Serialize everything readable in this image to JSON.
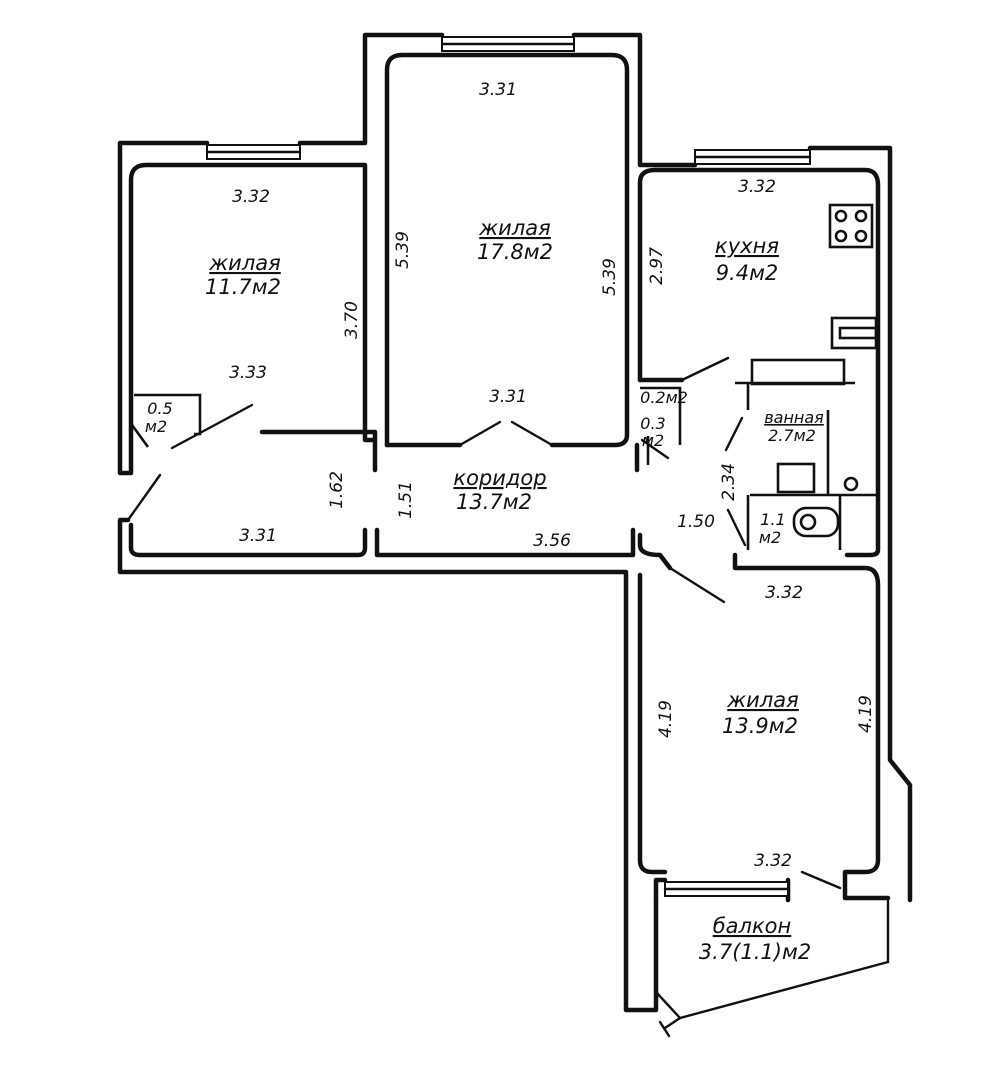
{
  "rooms": {
    "left_bedroom": {
      "name": "жилая",
      "area": "11.7м2"
    },
    "center_bedroom": {
      "name": "жилая",
      "area": "17.8м2"
    },
    "kitchen": {
      "name": "кухня",
      "area": "9.4м2"
    },
    "bathroom": {
      "name": "ванная",
      "area": "2.7м2"
    },
    "corridor": {
      "name": "коридор",
      "area": "13.7м2"
    },
    "bottom_room": {
      "name": "жилая",
      "area": "13.9м2"
    },
    "balcony": {
      "name": "балкон",
      "area": "3.7(1.1)м2"
    },
    "closet_left": {
      "value": "0.5",
      "unit": "м2"
    },
    "closet_02": {
      "area": "0.2м2"
    },
    "closet_03": {
      "value": "0.3",
      "unit": "м2"
    },
    "wc": {
      "value": "1.1",
      "unit": "м2"
    }
  },
  "dimensions": {
    "left_top": "3.32",
    "left_side": "3.70",
    "left_bottom": "3.33",
    "center_top": "3.31",
    "center_left": "5.39",
    "center_right": "5.39",
    "center_bottom": "3.31",
    "kitchen_top": "3.32",
    "kitchen_left": "2.97",
    "corridor_left_bottom": "3.31",
    "corridor_left_height": "1.62",
    "corridor_mid_height": "1.51",
    "corridor_bottom": "3.56",
    "corridor_right": "1.50",
    "bath_height": "2.34",
    "bottom_top": "3.32",
    "bottom_left": "4.19",
    "bottom_right": "4.19",
    "bottom_bottom": "3.32"
  }
}
